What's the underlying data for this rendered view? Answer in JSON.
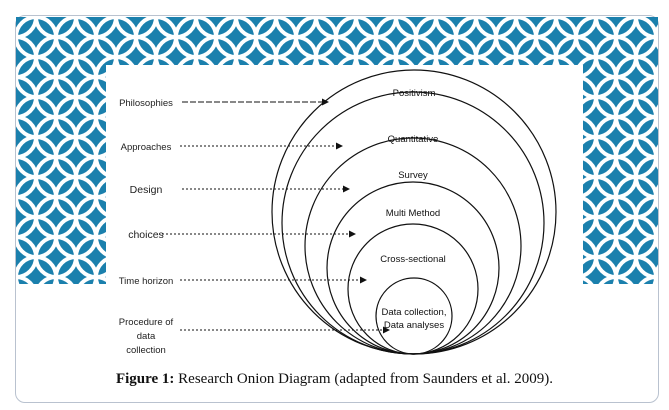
{
  "diagram": {
    "layers": [
      {
        "category": "Philosophies",
        "choice": "Positivism"
      },
      {
        "category": "Approaches",
        "choice": "Quantitative"
      },
      {
        "category": "Design",
        "choice": "Survey"
      },
      {
        "category": "choices",
        "choice": "Multi Method"
      },
      {
        "category": "Time horizon",
        "choice": "Cross-sectional"
      },
      {
        "category_lines": [
          "Procedure of",
          "data",
          "collection"
        ],
        "choice_lines": [
          "Data collection,",
          "Data analyses"
        ]
      }
    ]
  },
  "caption": {
    "label": "Figure 1:",
    "text": " Research Onion Diagram (adapted from Saunders et al. 2009)."
  },
  "colors": {
    "pattern_background": "#1b80ad",
    "pattern_lines": "#ffffff",
    "ink": "#111111"
  }
}
